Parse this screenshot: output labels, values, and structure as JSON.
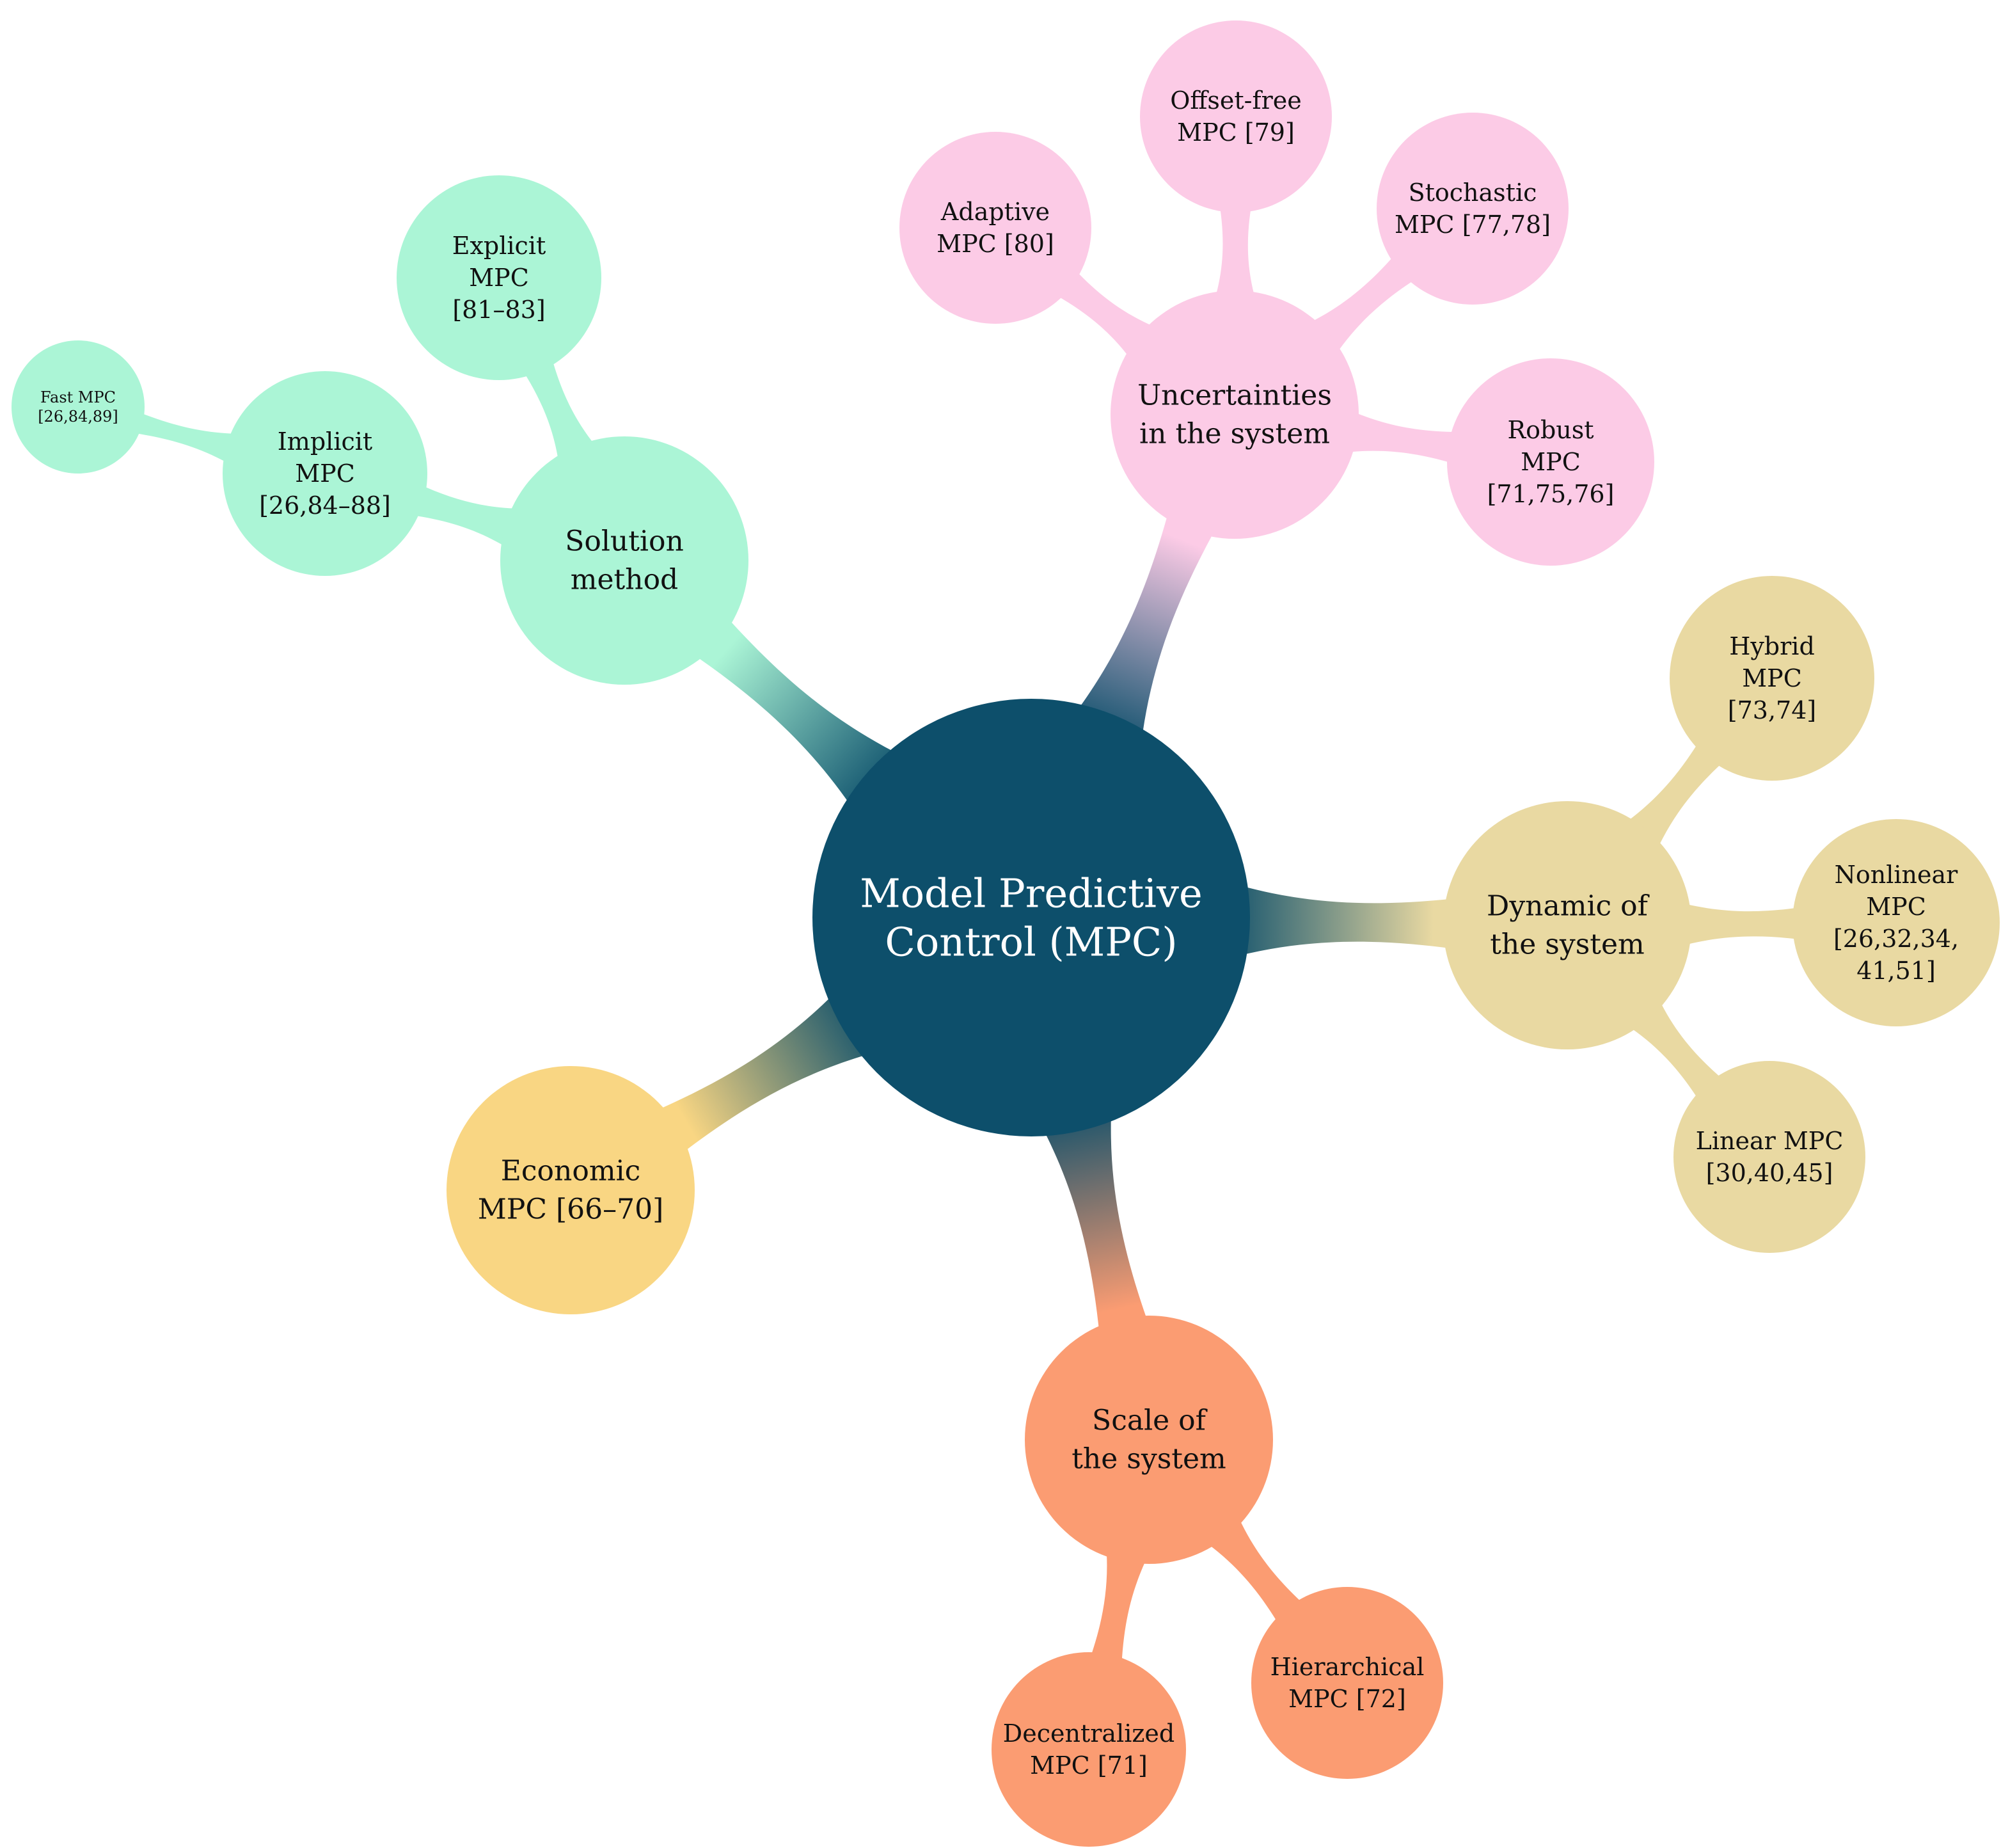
{
  "colors": {
    "root": "#0d4f6b",
    "solution": "#abf5d6",
    "uncertainty": "#fccbe6",
    "dynamic": "#e9d9a2",
    "economic": "#f9d683",
    "scale": "#fb9c72",
    "root_text": "#ffffff",
    "node_text": "#111111"
  },
  "root": {
    "lines": [
      "Model Predictive",
      "Control (MPC)"
    ]
  },
  "branches": [
    {
      "key": "solution",
      "color": "solution",
      "lines": [
        "Solution",
        "method"
      ],
      "children": [
        {
          "key": "explicit",
          "lines": [
            "Explicit",
            "MPC",
            "[81–83]"
          ]
        },
        {
          "key": "implicit",
          "lines": [
            "Implicit",
            "MPC",
            "[26,84–88]"
          ],
          "children": [
            {
              "key": "fast",
              "lines": [
                "Fast MPC",
                "[26,84,89]"
              ]
            }
          ]
        }
      ]
    },
    {
      "key": "uncertainty",
      "color": "uncertainty",
      "lines": [
        "Uncertainties",
        "in the system"
      ],
      "children": [
        {
          "key": "adaptive",
          "lines": [
            "Adaptive",
            "MPC [80]"
          ]
        },
        {
          "key": "offset-free",
          "lines": [
            "Offset-free",
            "MPC [79]"
          ]
        },
        {
          "key": "stochastic",
          "lines": [
            "Stochastic",
            "MPC [77,78]"
          ]
        },
        {
          "key": "robust",
          "lines": [
            "Robust",
            "MPC",
            "[71,75,76]"
          ]
        }
      ]
    },
    {
      "key": "dynamic",
      "color": "dynamic",
      "lines": [
        "Dynamic of",
        "the system"
      ],
      "children": [
        {
          "key": "hybrid",
          "lines": [
            "Hybrid",
            "MPC",
            "[73,74]"
          ]
        },
        {
          "key": "nonlinear",
          "lines": [
            "Nonlinear",
            "MPC",
            "[26,32,34,",
            "41,51]"
          ]
        },
        {
          "key": "linear",
          "lines": [
            "Linear MPC",
            "[30,40,45]"
          ]
        }
      ]
    },
    {
      "key": "scale",
      "color": "scale",
      "lines": [
        "Scale of",
        "the system"
      ],
      "children": [
        {
          "key": "decentralized",
          "lines": [
            "Decentralized",
            "MPC  [71]"
          ]
        },
        {
          "key": "hierarchical",
          "lines": [
            "Hierarchical",
            "MPC [72]"
          ]
        }
      ]
    },
    {
      "key": "economic",
      "color": "economic",
      "lines": [
        "Economic",
        "MPC [66–70]"
      ],
      "children": []
    }
  ]
}
